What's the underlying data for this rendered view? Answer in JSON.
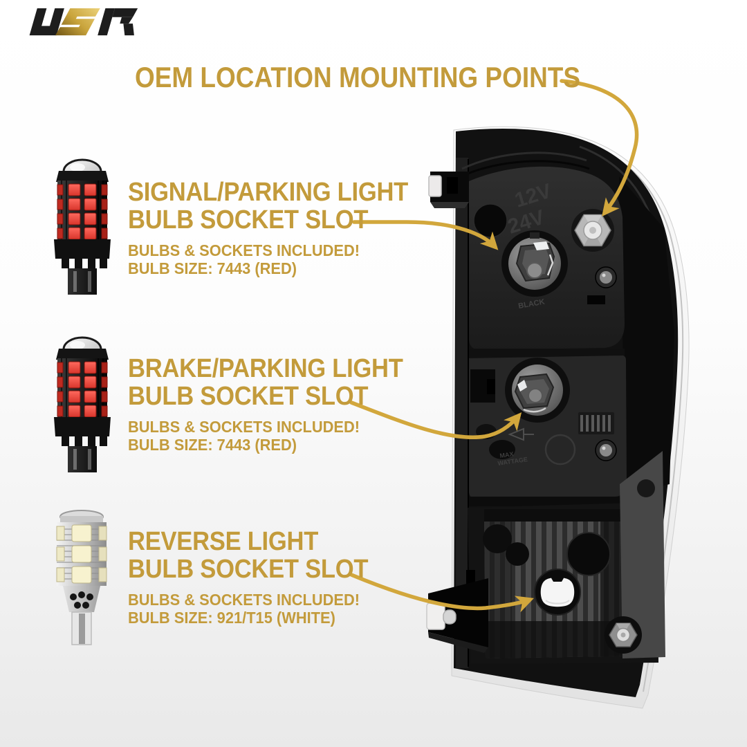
{
  "brand": {
    "name": "USR"
  },
  "title": "OEM LOCATION MOUNTING POINTS",
  "callouts": [
    {
      "id": "signal",
      "heading_line1": "SIGNAL/PARKING LIGHT",
      "heading_line2": "BULB SOCKET SLOT",
      "note": "BULBS & SOCKETS INCLUDED!",
      "bulb_size": "BULB SIZE: 7443 (RED)",
      "bulb_type": "red-7443-led-bulb"
    },
    {
      "id": "brake",
      "heading_line1": "BRAKE/PARKING LIGHT",
      "heading_line2": "BULB SOCKET SLOT",
      "note": "BULBS & SOCKETS INCLUDED!",
      "bulb_size": "BULB SIZE: 7443 (RED)",
      "bulb_type": "red-7443-led-bulb"
    },
    {
      "id": "reverse",
      "heading_line1": "REVERSE LIGHT",
      "heading_line2": "BULB SOCKET SLOT",
      "note": "BULBS & SOCKETS INCLUDED!",
      "bulb_size": "BULB SIZE: 921/T15 (WHITE)",
      "bulb_type": "white-921-t15-led-bulb"
    }
  ],
  "housing": {
    "molded_text_line1": "12V",
    "molded_text_line2": "24V",
    "molded_small": [
      "BLACK",
      "MAX",
      "WATTAGE"
    ]
  },
  "colors": {
    "gold_text": "#C39B3B",
    "gold_arrow": "#D2A73C",
    "logo_black": "#1d1d1d",
    "logo_gold_mid": "#C9A43C",
    "background_top": "#FFFFFF",
    "background_bottom": "#E9E9E9"
  }
}
